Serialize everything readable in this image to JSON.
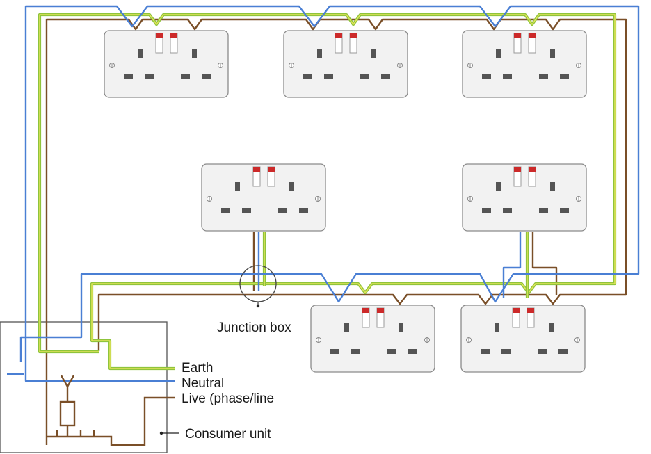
{
  "labels": {
    "junction_box": "Junction box",
    "earth": "Earth",
    "neutral": "Neutral",
    "live": "Live (phase/line",
    "consumer_unit": "Consumer unit"
  },
  "colors": {
    "neutral": "#4a7fd4",
    "earth_green": "#8fc43c",
    "earth_yellow": "#e4e45a",
    "live": "#7a4f28",
    "socket_face": "#f2f2f2",
    "socket_border": "#8a8a8a",
    "switch_red": "#cc2a2a",
    "pin_hole": "#555555"
  },
  "sockets": [
    {
      "name": "socket-ring-top-1"
    },
    {
      "name": "socket-ring-top-2"
    },
    {
      "name": "socket-ring-top-3"
    },
    {
      "name": "socket-spur-left"
    },
    {
      "name": "socket-ring-right-middle"
    },
    {
      "name": "socket-ring-bottom-1"
    },
    {
      "name": "socket-ring-bottom-2"
    }
  ]
}
